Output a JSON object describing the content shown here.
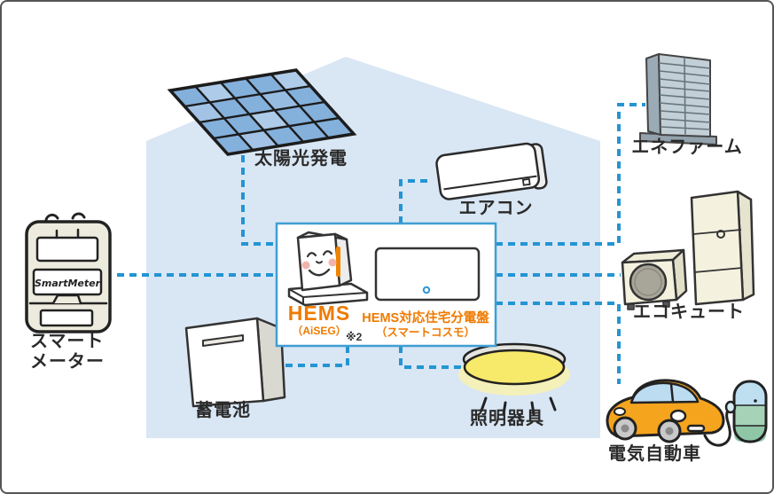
{
  "diagram_title": "HEMS home energy network diagram",
  "devices": {
    "solar": {
      "label": "太陽光発電"
    },
    "aircon": {
      "label": "エアコン"
    },
    "enefarm": {
      "label": "エネファーム"
    },
    "smart_meter": {
      "label_line1": "スマート",
      "label_line2": "メーター",
      "device_text": "SmartMeter"
    },
    "battery": {
      "label": "蓄電池"
    },
    "lighting": {
      "label": "照明器具"
    },
    "ecocute": {
      "label": "エコキュート"
    },
    "ev": {
      "label": "電気自動車"
    }
  },
  "hems_unit": {
    "title": "HEMS",
    "subtitle": "（AiSEG）",
    "note": "※2"
  },
  "distribution_board": {
    "title": "HEMS対応住宅分電盤",
    "subtitle": "（スマートコスモ）"
  },
  "colors": {
    "house_fill": "#d9e6f4",
    "connection_blue": "#2395d3",
    "accent_orange": "#ef7a00",
    "hems_box_border": "#3f9fd4",
    "label_black": "#2a2a2a",
    "solar_cell_blue": "#84b0dc",
    "ev_body_orange": "#f5a41e",
    "charger_green": "#a6d3b8",
    "light_yellow": "#f7e96a"
  }
}
